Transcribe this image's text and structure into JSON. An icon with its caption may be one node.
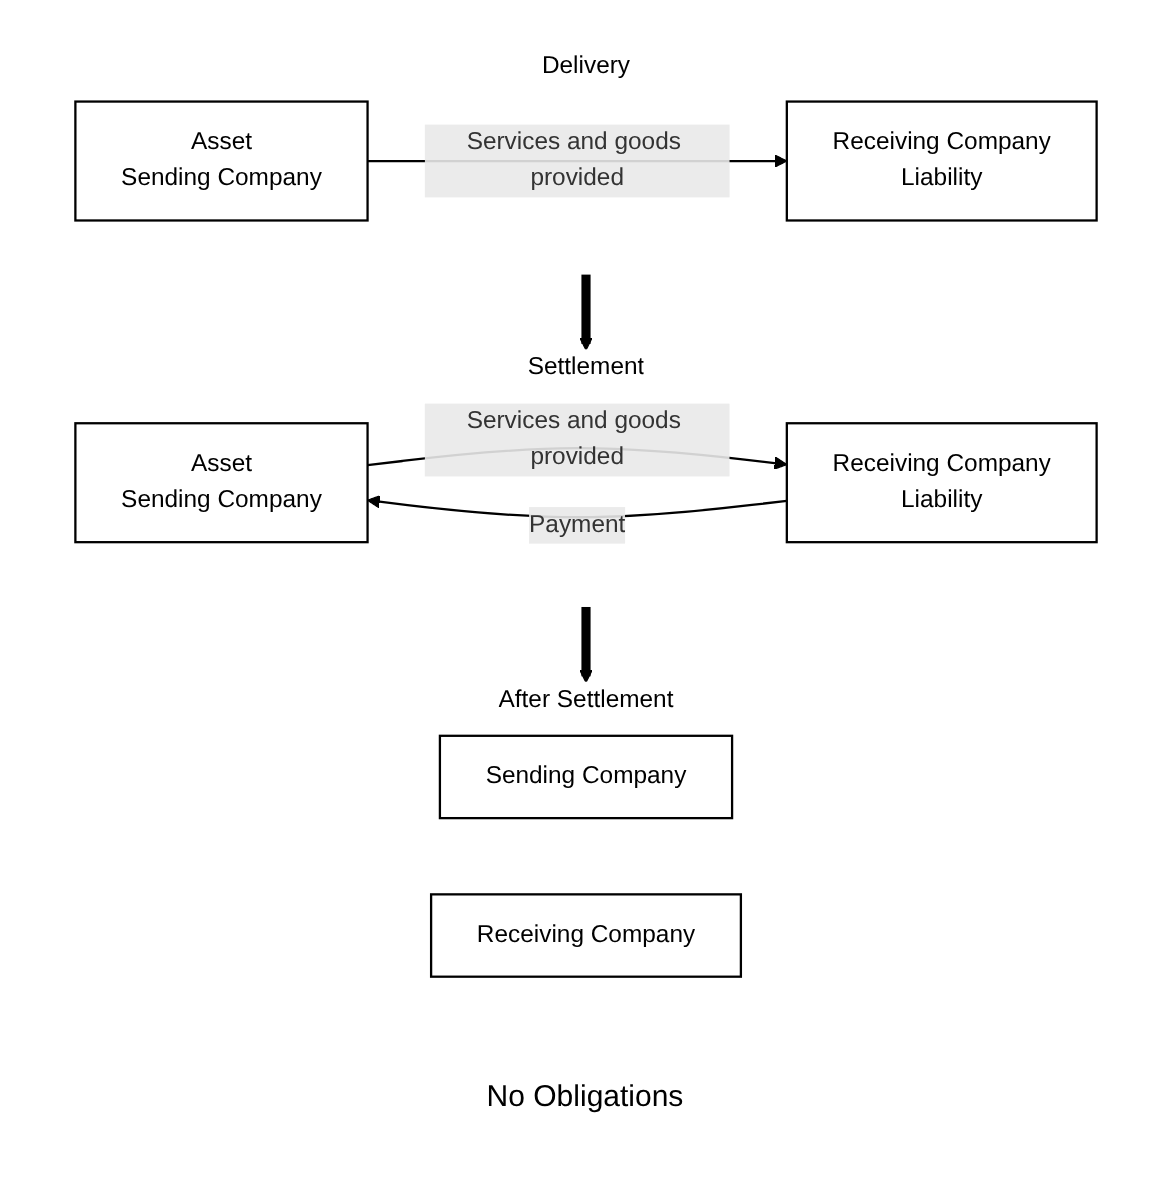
{
  "diagram": {
    "nodes": [
      {
        "text": [
          "Delivery"
        ]
      },
      {
        "text": [
          "Asset",
          "Sending Company"
        ],
        "in": 0
      },
      {
        "text": [
          "Receiving Company",
          "Liability"
        ],
        "in": 0
      },
      {
        "text": [
          "Settlement"
        ]
      },
      {
        "text": [
          "Asset",
          "Sending Company"
        ],
        "in": 3
      },
      {
        "text": [
          "Receiving Company",
          "Liability"
        ],
        "in": 3
      },
      {
        "text": [
          "After Settlement"
        ]
      },
      {
        "text": [
          "Sending Company"
        ],
        "in": 6
      },
      {
        "text": [
          "Receiving Company"
        ],
        "in": 6
      }
    ],
    "edges": [
      {
        "from": 1,
        "to": 2,
        "arrow": "to",
        "label": "Services and goods provided"
      },
      {
        "from": 0,
        "to": 3,
        "arrow": "to",
        "style": "thick"
      },
      {
        "from": 4,
        "to": 5,
        "arrow": "to",
        "label": "Services and goods provided"
      },
      {
        "from": 5,
        "to": 4,
        "arrow": "to",
        "label": "Payment"
      },
      {
        "from": 3,
        "to": 6,
        "arrow": "to",
        "style": "thick"
      }
    ],
    "labels": [
      "No Obligations"
    ]
  }
}
